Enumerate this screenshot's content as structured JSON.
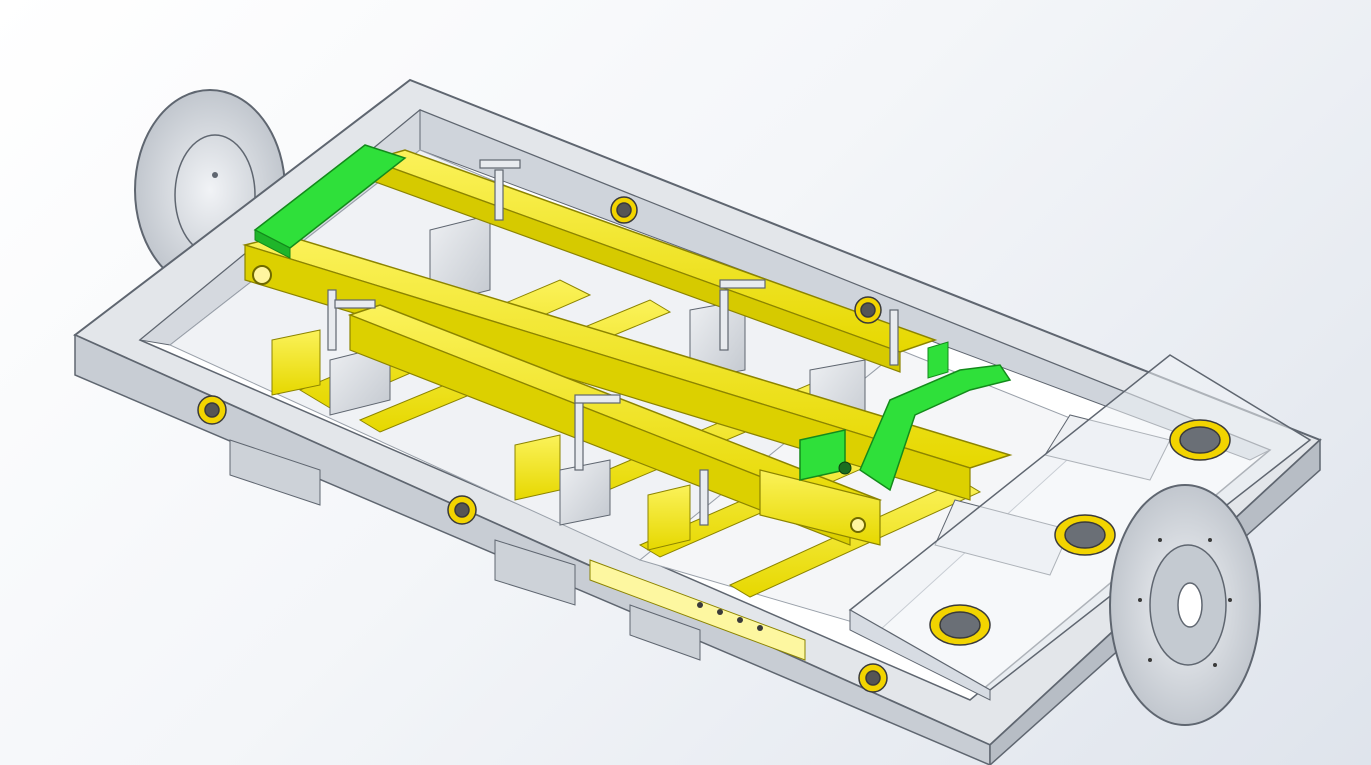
{
  "viewport": {
    "background_top": "#ffffff",
    "background_bottom": "#dfe4ec"
  },
  "colors": {
    "frame": "#d9dde3",
    "frame_edge": "#5f6670",
    "rail_yellow": "#f2e600",
    "rail_yellow_dark": "#b8ae00",
    "clamp_green": "#2fe03a",
    "clamp_green_dark": "#138a1b",
    "pad_gold": "#f2d400",
    "pad_dark": "#3a3a3a",
    "cover_glass": "#eef2f6"
  },
  "parts": {
    "frame": "frame",
    "disc_left": "turntable-disc",
    "disc_right": "turntable-disc",
    "rails": [
      "clamp-rail",
      "clamp-rail",
      "clamp-rail"
    ],
    "green_clamps": [
      "green-clamp-bar",
      "green-clamp-arm"
    ],
    "pads": [
      "locating-pad",
      "locating-pad",
      "locating-pad",
      "locating-pad",
      "locating-pad",
      "locating-pad"
    ],
    "cylinders": [
      "pneumatic-cylinder",
      "pneumatic-cylinder"
    ]
  }
}
